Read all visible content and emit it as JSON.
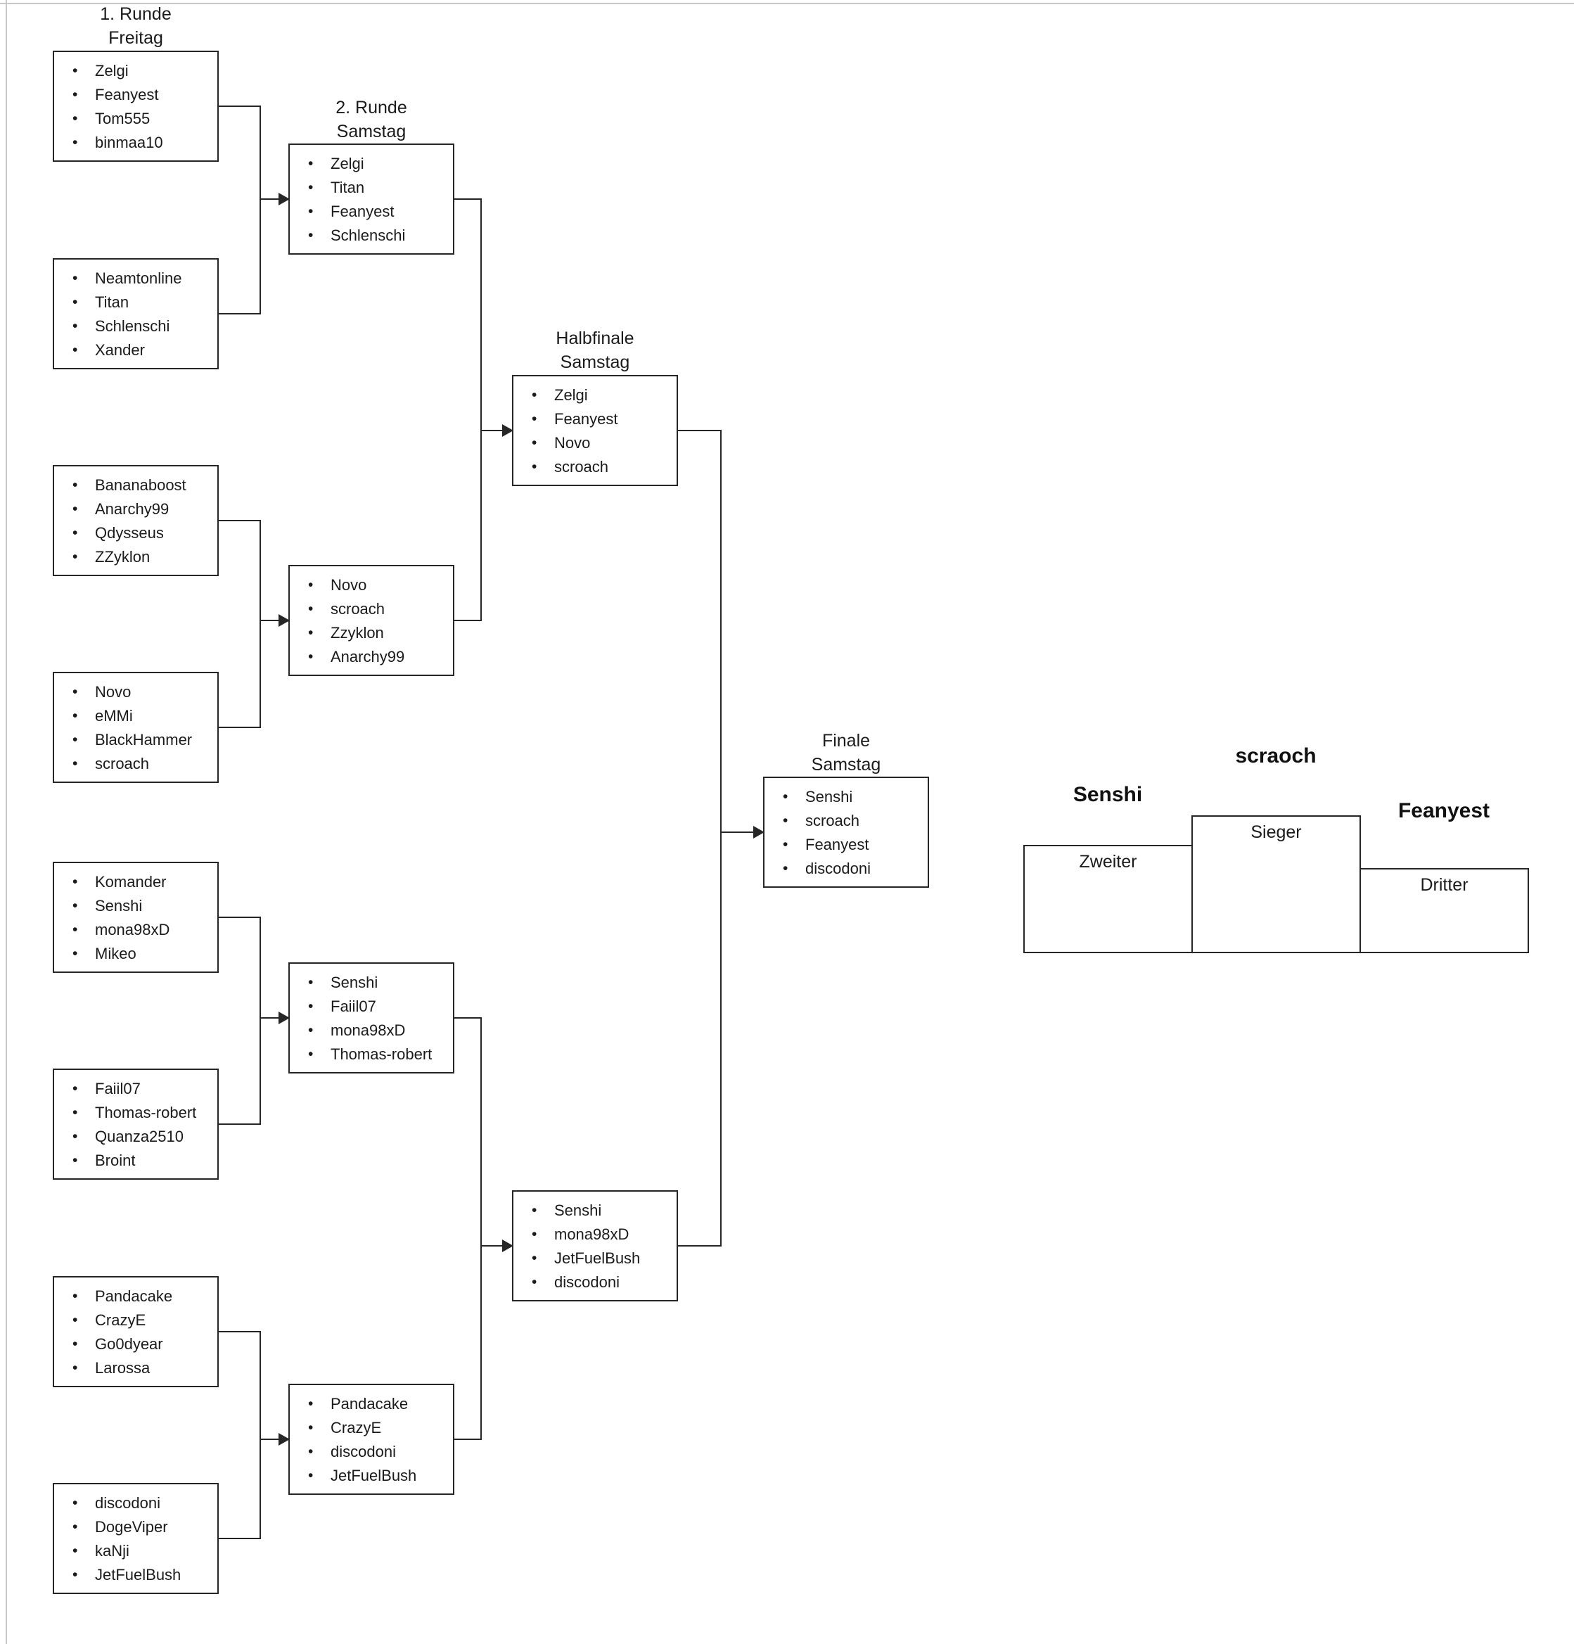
{
  "rounds": {
    "round1": {
      "header": [
        "1. Runde",
        "Freitag"
      ],
      "groups": [
        [
          "Zelgi",
          "Feanyest",
          "Tom555",
          "binmaa10"
        ],
        [
          "Neamtonline",
          "Titan",
          "Schlenschi",
          "Xander"
        ],
        [
          "Bananaboost",
          "Anarchy99",
          "Qdysseus",
          "ZZyklon"
        ],
        [
          "Novo",
          "eMMi",
          "BlackHammer",
          "scroach"
        ],
        [
          "Komander",
          "Senshi",
          "mona98xD",
          "Mikeo"
        ],
        [
          "Faiil07",
          "Thomas-robert",
          "Quanza2510",
          "Broint"
        ],
        [
          "Pandacake",
          "CrazyE",
          "Go0dyear",
          "Larossa"
        ],
        [
          "discodoni",
          "DogeViper",
          "kaNji",
          "JetFuelBush"
        ]
      ]
    },
    "round2": {
      "header": [
        "2. Runde",
        "Samstag"
      ],
      "groups": [
        [
          "Zelgi",
          "Titan",
          "Feanyest",
          "Schlenschi"
        ],
        [
          "Novo",
          "scroach",
          "Zzyklon",
          "Anarchy99"
        ],
        [
          "Senshi",
          "Faiil07",
          "mona98xD",
          "Thomas-robert"
        ],
        [
          "Pandacake",
          "CrazyE",
          "discodoni",
          "JetFuelBush"
        ]
      ]
    },
    "semifinal": {
      "header": [
        "Halbfinale",
        "Samstag"
      ],
      "groups": [
        [
          "Zelgi",
          "Feanyest",
          "Novo",
          "scroach"
        ],
        [
          "Senshi",
          "mona98xD",
          "JetFuelBush",
          "discodoni"
        ]
      ]
    },
    "final": {
      "header": [
        "Finale",
        "Samstag"
      ],
      "groups": [
        [
          "Senshi",
          "scroach",
          "Feanyest",
          "discodoni"
        ]
      ]
    }
  },
  "podium": {
    "first": {
      "name": "scraoch",
      "label": "Sieger"
    },
    "second": {
      "name": "Senshi",
      "label": "Zweiter"
    },
    "third": {
      "name": "Feanyest",
      "label": "Dritter"
    }
  },
  "colors": {
    "line": "#262626",
    "text": "#1b1b1b",
    "page_edge": "#c8c8c8"
  }
}
